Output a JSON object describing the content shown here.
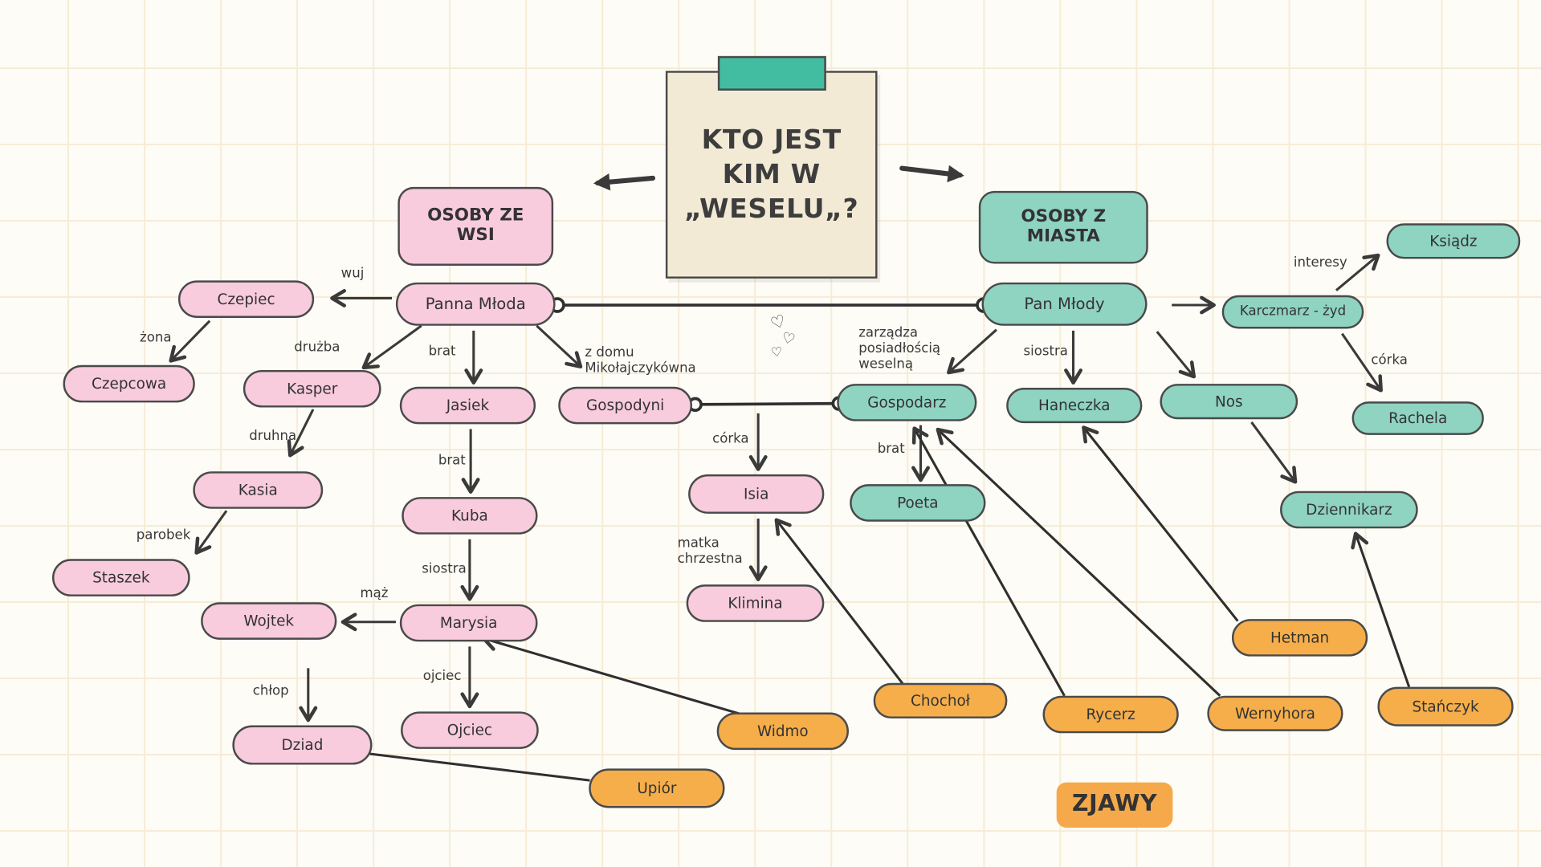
{
  "note": {
    "title": "KTO JEST\nKIM W\n„WESELU„?"
  },
  "headers": {
    "village": "OSOBY ZE\nWSI",
    "city": "OSOBY Z\nMIASTA",
    "apparitions": "ZJAWY"
  },
  "nodes": {
    "panna_mloda": "Panna Młoda",
    "czepiec": "Czepiec",
    "czepcowa": "Czepcowa",
    "kasper": "Kasper",
    "jasiek": "Jasiek",
    "kasia": "Kasia",
    "kuba": "Kuba",
    "staszek": "Staszek",
    "wojtek": "Wojtek",
    "marysia": "Marysia",
    "ojciec": "Ojciec",
    "dziad": "Dziad",
    "gospodyni": "Gospodyni",
    "isia": "Isia",
    "klimina": "Klimina",
    "pan_mlody": "Pan Młody",
    "gospodarz": "Gospodarz",
    "haneczka": "Haneczka",
    "nos": "Nos",
    "poeta": "Poeta",
    "dziennikarz": "Dziennikarz",
    "ksiadz": "Ksiądz",
    "karczmarz": "Karczmarz - żyd",
    "rachela": "Rachela",
    "widmo": "Widmo",
    "chochol": "Chochoł",
    "upior": "Upiór",
    "rycerz": "Rycerz",
    "wernyhora": "Wernyhora",
    "hetman": "Hetman",
    "stanczyk": "Stańczyk"
  },
  "labels": {
    "wuj": "wuj",
    "zona": "żona",
    "druzba": "drużba",
    "brat": "brat",
    "druhna": "druhna",
    "parobek": "parobek",
    "siostra": "siostra",
    "maz": "mąż",
    "ojciec": "ojciec",
    "chlop": "chłop",
    "z_domu": "z domu\nMikołajczykówna",
    "corka": "córka",
    "matka_chrzestna": "matka\nchrzestna",
    "zarzadza": "zarządza\nposiadłością\nweselną",
    "interesy": "interesy"
  },
  "hearts": {
    "glyph": "♡"
  },
  "colors": {
    "pink": "#f8cbdd",
    "teal": "#8fd3c1",
    "orange": "#f6ae4a",
    "ink": "#3a3a3a",
    "paper": "#f3ead6",
    "tape": "#43bda1",
    "background": "#fdfcf6"
  },
  "relationships": [
    {
      "from": "Panna Młoda",
      "to": "Czepiec",
      "label": "wuj"
    },
    {
      "from": "Czepiec",
      "to": "Czepcowa",
      "label": "żona"
    },
    {
      "from": "Panna Młoda",
      "to": "Kasper",
      "label": "drużba"
    },
    {
      "from": "Kasper",
      "to": "Kasia",
      "label": "druhna"
    },
    {
      "from": "Kasia",
      "to": "Staszek",
      "label": "parobek"
    },
    {
      "from": "Panna Młoda",
      "to": "Jasiek",
      "label": "brat"
    },
    {
      "from": "Jasiek",
      "to": "Kuba",
      "label": "brat"
    },
    {
      "from": "Kuba",
      "to": "Marysia",
      "label": "siostra"
    },
    {
      "from": "Marysia",
      "to": "Wojtek",
      "label": "mąż"
    },
    {
      "from": "Marysia",
      "to": "Ojciec",
      "label": "ojciec"
    },
    {
      "from": "Wojtek",
      "to": "Dziad",
      "label": "chłop"
    },
    {
      "from": "Panna Młoda",
      "to": "Gospodyni",
      "label": "z domu Mikołajczykówna"
    },
    {
      "from": "Panna Młoda",
      "to": "Pan Młody",
      "label": ""
    },
    {
      "from": "Gospodyni",
      "to": "Gospodarz",
      "label": ""
    },
    {
      "from": "Gospodyni",
      "to": "Isia",
      "label": "córka"
    },
    {
      "from": "Isia",
      "to": "Klimina",
      "label": "matka chrzestna"
    },
    {
      "from": "Pan Młody",
      "to": "Gospodarz",
      "label": "zarządza posiadłością weselną"
    },
    {
      "from": "Pan Młody",
      "to": "Haneczka",
      "label": "siostra"
    },
    {
      "from": "Pan Młody",
      "to": "Nos",
      "label": ""
    },
    {
      "from": "Pan Młody",
      "to": "Karczmarz - żyd",
      "label": ""
    },
    {
      "from": "Karczmarz - żyd",
      "to": "Ksiądz",
      "label": "interesy"
    },
    {
      "from": "Karczmarz - żyd",
      "to": "Rachela",
      "label": "córka"
    },
    {
      "from": "Nos",
      "to": "Dziennikarz",
      "label": ""
    },
    {
      "from": "Gospodarz",
      "to": "Poeta",
      "label": "brat"
    },
    {
      "from": "Widmo",
      "to": "Marysia",
      "label": ""
    },
    {
      "from": "Chochoł",
      "to": "Isia",
      "label": ""
    },
    {
      "from": "Upiór",
      "to": "Dziad",
      "label": ""
    },
    {
      "from": "Rycerz",
      "to": "Gospodarz",
      "label": ""
    },
    {
      "from": "Wernyhora",
      "to": "Gospodarz",
      "label": ""
    },
    {
      "from": "Hetman",
      "to": "Haneczka",
      "label": ""
    },
    {
      "from": "Stańczyk",
      "to": "Dziennikarz",
      "label": ""
    }
  ]
}
